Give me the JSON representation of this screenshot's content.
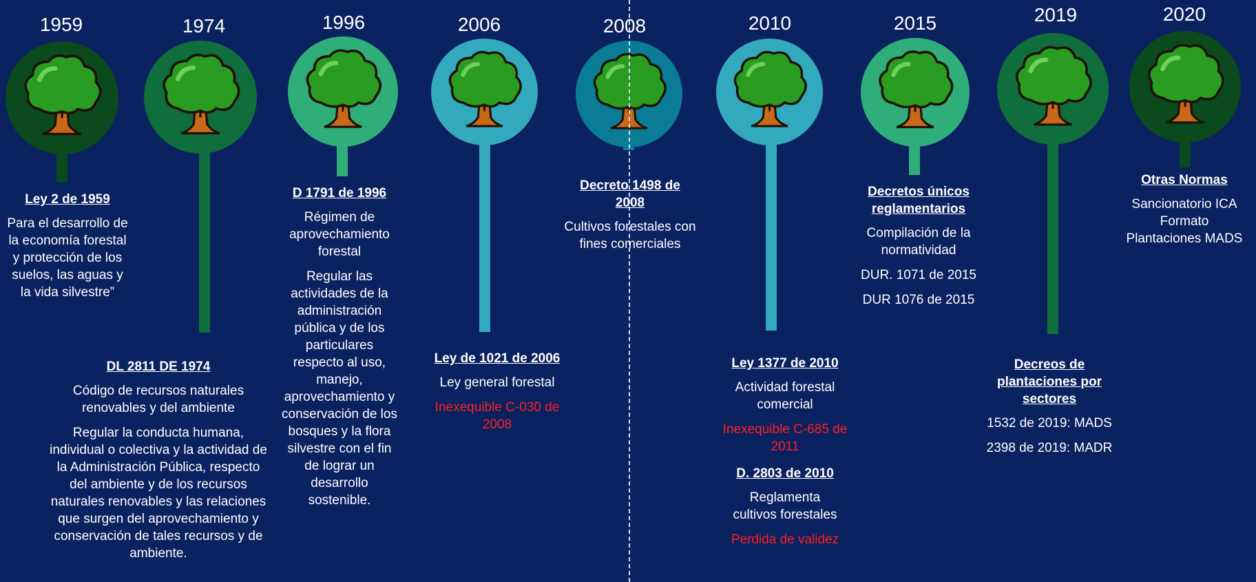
{
  "colors": {
    "background": "#0a2260",
    "dark_green": "#0a4a1d",
    "mid_green": "#0f6e3c",
    "light_green": "#2fae7a",
    "turquoise": "#33a9be",
    "teal_dark": "#0a7c96",
    "red_note": "#ff1f1f"
  },
  "years": [
    "1959",
    "1974",
    "1996",
    "2006",
    "2008",
    "2010",
    "2015",
    "2019",
    "2020"
  ],
  "icon": "tree-icon",
  "items": [
    {
      "title": "Ley 2 de 1959",
      "paragraphs": [
        "Para el desarrollo de la economía forestal y protección de los suelos, las aguas y la vida silvestre”"
      ]
    },
    {
      "title": "DL 2811 DE 1974",
      "paragraphs": [
        "Código de recursos naturales renovables y del ambiente",
        "Regular la conducta humana, individual o colectiva y la actividad de la Administración Pública, respecto del ambiente y de los recursos naturales renovables y las relaciones que surgen del aprovechamiento y conservación de tales recursos y de ambiente."
      ]
    },
    {
      "title": "D 1791 de 1996",
      "paragraphs": [
        "Régimen de aprovechamiento forestal",
        "Regular las actividades de la administración pública y de los particulares respecto al uso, manejo, aprovechamiento y conservación de los bosques y la flora silvestre con el fin de lograr un desarrollo sostenible."
      ]
    },
    {
      "title": "Ley de 1021 de 2006",
      "paragraphs": [
        "Ley general forestal"
      ],
      "note": "Inexequible C-030 de 2008"
    },
    {
      "title": "Decreto 1498 de 2008",
      "paragraphs": [
        "Cultivos forestales con fines comerciales"
      ]
    },
    {
      "title": "Ley 1377 de 2010",
      "paragraphs": [
        "Actividad forestal comercial"
      ],
      "note": "Inexequible C-685 de 2011",
      "title2": "D. 2803 de 2010",
      "paragraphs2": [
        "Reglamenta cultivos forestales"
      ],
      "note2": "Perdida de validez"
    },
    {
      "title": "Decretos únicos reglamentarios",
      "paragraphs": [
        "Compilación de la normatividad",
        "DUR. 1071 de 2015",
        "DUR 1076 de 2015"
      ]
    },
    {
      "title": "Decreos de plantaciones por sectores",
      "paragraphs": [
        "1532 de 2019: MADS",
        "2398 de 2019: MADR"
      ]
    },
    {
      "title": "Otras Normas",
      "paragraphs": [
        "Sancionatorio ICA Formato Plantaciones MADS"
      ]
    }
  ]
}
